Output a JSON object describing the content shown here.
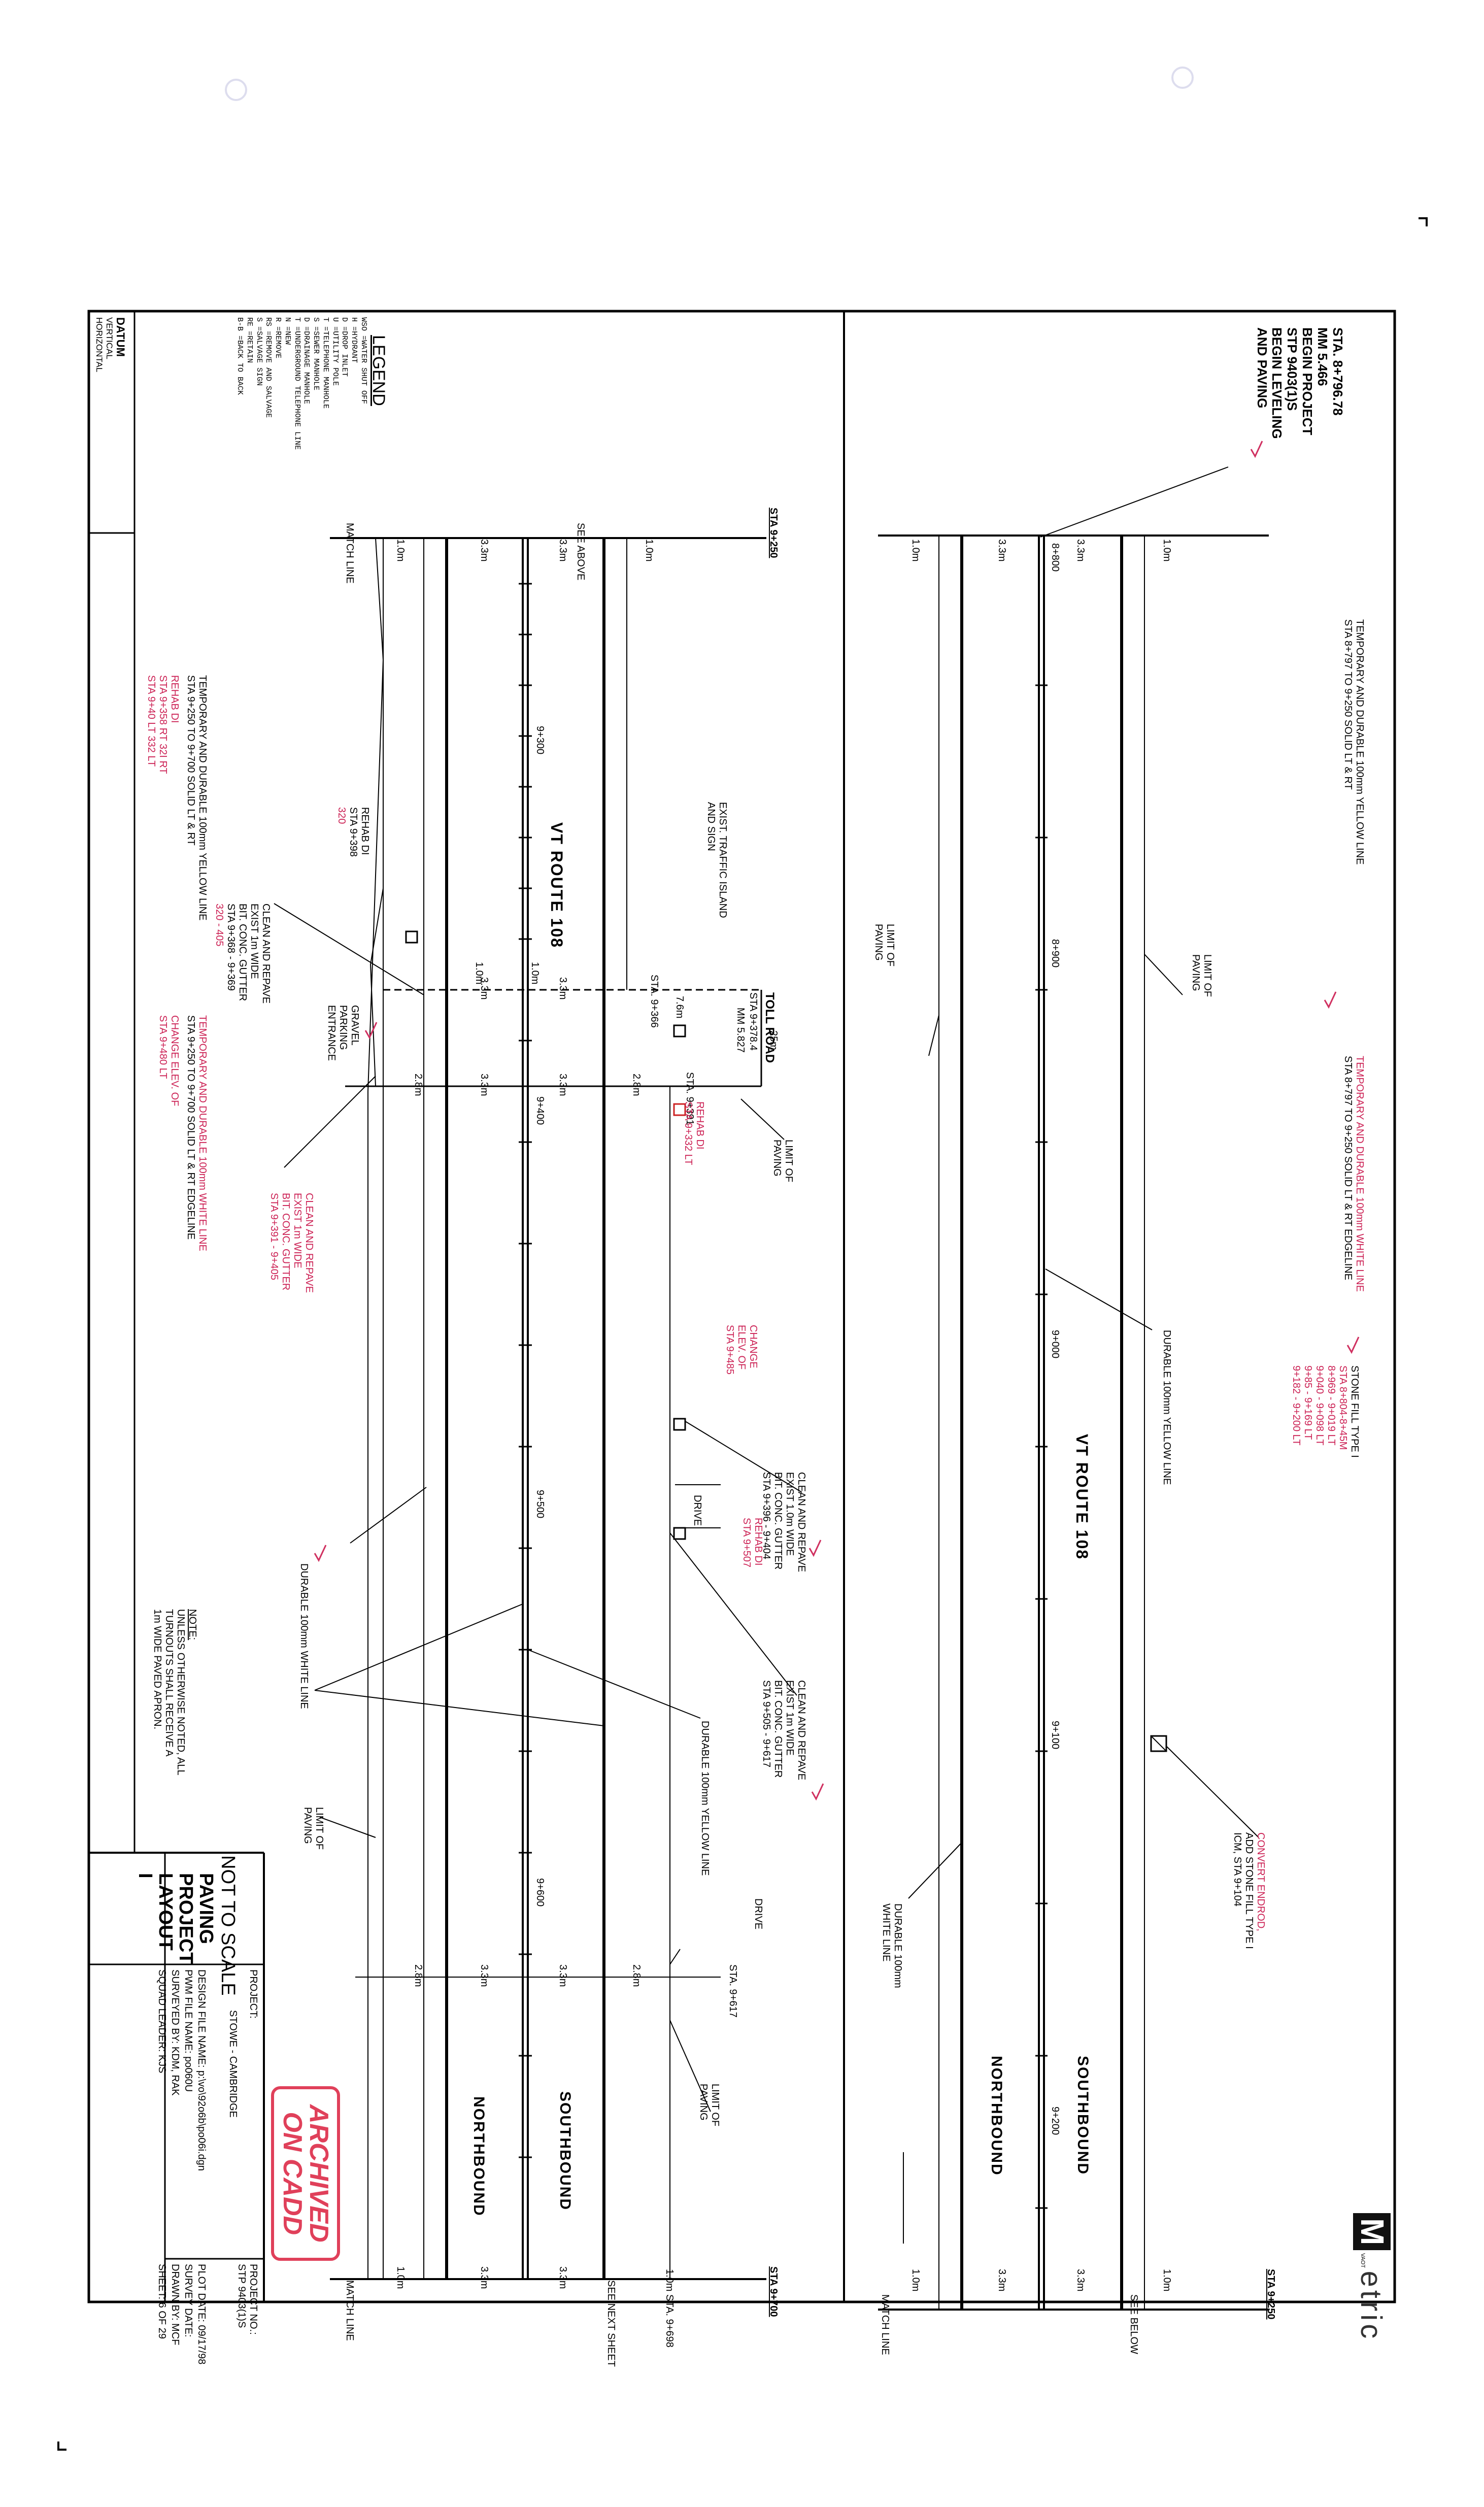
{
  "top_block": {
    "begin_lines": [
      "STA. 8+796.78",
      "MM 5.466",
      "BEGIN PROJECT",
      "STP 9403(1)S",
      "BEGIN LEVELING",
      "AND PAVING"
    ]
  },
  "logo": {
    "badge": "VAOT",
    "word": "etric"
  },
  "legend": {
    "title": "LEGEND",
    "items": [
      "WSO =WATER SHUT OFF",
      "H =HYDRANT",
      "D =DROP INLET",
      "U =UTILITY POLE",
      "T =TELEPHONE MANHOLE",
      "S =SEWER MANHOLE",
      "D =DRAINAGE MANHOLE",
      "T =UNDERGROUND TELEPHONE LINE",
      "N =NEW",
      "R =REMOVE",
      "RS =REMOVE AND SALVAGE",
      "S =SALVAGE SIGN",
      "RE =RETAIN",
      "B-B =BACK TO BACK"
    ],
    "datum": "DATUM",
    "vertical": "VERTICAL",
    "horizontal": "HORIZONTAL"
  },
  "stations": {
    "sta_9250": "STA 9+250",
    "sta_9700": "STA 9+700",
    "sta_9250b": "STA 9+250",
    "match_line": "MATCH LINE",
    "see_above": "SEE ABOVE",
    "see_next": "SEE NEXT SHEET",
    "see_below": "SEE BELOW",
    "sta_9698": "1.0m STA. 9+698",
    "sta_9366": "STA. 9+366",
    "sta_9391": "STA. 9+391",
    "sta_9617": "STA. 9+617",
    "ticks_bottom": [
      "9+300",
      "9+400",
      "9+500",
      "9+600"
    ],
    "ticks_top": [
      "8+800",
      "8+900",
      "9+000",
      "9+100",
      "9+200"
    ]
  },
  "widths": {
    "one": "1.0m",
    "three": "3.3m",
    "two8": "2.8m",
    "seven6": "7.6m",
    "twenty5": "25m"
  },
  "road": {
    "route": "VT ROUTE 108",
    "northbound": "NORTHBOUND",
    "southbound": "SOUTHBOUND",
    "toll_road": "TOLL ROAD",
    "toll_sta": "STA 9+378.4",
    "toll_mm": "MM 5.827",
    "drive": "DRIVE",
    "gravel": [
      "GRAVEL",
      "PARKING",
      "ENTRANCE"
    ]
  },
  "notes_top": {
    "yellow_a": [
      "TEMPORARY AND DURABLE 100mm YELLOW LINE",
      "STA 8+797 TO 9+250 SOLID LT & RT"
    ],
    "white_a": [
      "TEMPORARY AND DURABLE 100mm WHITE LINE",
      "STA 8+797 TO 9+250 SOLID LT & RT EDGELINE"
    ],
    "limit_a": [
      "LIMIT OF",
      "PAVING"
    ],
    "limit_b": [
      "LIMIT OF",
      "PAVING"
    ],
    "durable_yellow": "DURABLE 100mm YELLOW LINE",
    "durable_white": [
      "DURABLE 100mm",
      "WHITE LINE"
    ],
    "stone_fill": [
      "STONE FILL TYPE I",
      "STA 8+804-8+45M",
      "8+969 - 9+019 LT",
      "9+040 - 9+098 LT",
      "9+85 - 9+169 LT",
      "9+182 - 9+200 LT"
    ],
    "convert": [
      "CONVERT ENDROD,",
      "ADD STONE FILL TYPE I",
      "ICM, STA 9+104"
    ]
  },
  "notes_bottom": {
    "yellow_b": [
      "TEMPORARY AND DURABLE 100mm YELLOW LINE",
      "STA 9+250 TO 9+700 SOLID LT & RT"
    ],
    "white_b": [
      "TEMPORARY AND DURABLE 100mm WHITE LINE",
      "STA 9+250 TO 9+700 SOLID LT & RT EDGELINE"
    ],
    "rehab_left": [
      "REHAB DI",
      "STA 9+358 RT 32I RT",
      "STA 9+40 LT 332 LT"
    ],
    "rehab_ul": [
      "REHAB DI",
      "STA 9+398",
      "320"
    ],
    "clean1": [
      "CLEAN AND REPAVE",
      "EXIST 1m WIDE",
      "BIT. CONC. GUTTER",
      "STA 9+368 - 9+369",
      "320 - 405"
    ],
    "clean2": [
      "CLEAN AND REPAVE",
      "EXIST 1m WIDE",
      "BIT. CONC. GUTTER",
      "STA 9+391 - 9+405"
    ],
    "change": [
      "CHANGE ELEV. OF",
      "STA 9+480 LT"
    ],
    "rehab_pink": [
      "REHAB DI",
      "STA 9+332 LT"
    ],
    "limit_c": [
      "LIMIT OF",
      "PAVING"
    ],
    "change2": [
      "CHANGE",
      "ELEV. OF",
      "STA 9+485"
    ],
    "clean3": [
      "CLEAN AND REPAVE",
      "EXIST 1.0m WIDE",
      "BIT. CONC. GUTTER",
      "STA 9+396 - 9+404"
    ],
    "rehab2": [
      "REHAB DI",
      "STA 9+507"
    ],
    "clean4": [
      "CLEAN AND REPAVE",
      "EXIST 1m WIDE",
      "BIT. CONC. GUTTER",
      "STA 9+505 - 9+617"
    ],
    "durable_yellow2": "DURABLE 100mm YELLOW LINE",
    "durable_white2": "DURABLE 100mm WHITE LINE",
    "limit_d": [
      "LIMIT OF",
      "PAVING"
    ],
    "limit_e": [
      "LIMIT OF",
      "PAVING"
    ],
    "traffic_island": [
      "EXIST. TRAFFIC ISLAND",
      "AND SIGN"
    ],
    "note_title": "NOTE:",
    "note_body": [
      "UNLESS OTHERWISE NOTED, ALL",
      "TURNOUTS SHALL RECEIVE A",
      "1m WIDE PAVED APRON."
    ]
  },
  "title_block": {
    "not_to_scale": "NOT TO SCALE",
    "title": [
      "PAVING",
      "PROJECT",
      "LAYOUT",
      "I"
    ],
    "project_label": "PROJECT:",
    "project_name": "STOWE - CAMBRIDGE",
    "design_file": "DESIGN FILE NAME: p:\\vo\\92o6b\\po06i.dgn",
    "pwk_file": "PWM FILE NAME: po060U",
    "surveyed": "SURVEYED BY: KDM, RAK",
    "squad": "SQUAD LEADER: KJS",
    "project_no_label": "PROJECT NO.:",
    "project_no": "STP 9403(1)S",
    "plot_date": "PLOT DATE: 09/17/98",
    "survey_date": "SURVEY DATE:",
    "drawn_by": "DRAWN BY: MCF",
    "sheet": "SHEET: 6  OF  29",
    "stamp": [
      "ARCHIVED",
      "ON CADD"
    ]
  }
}
